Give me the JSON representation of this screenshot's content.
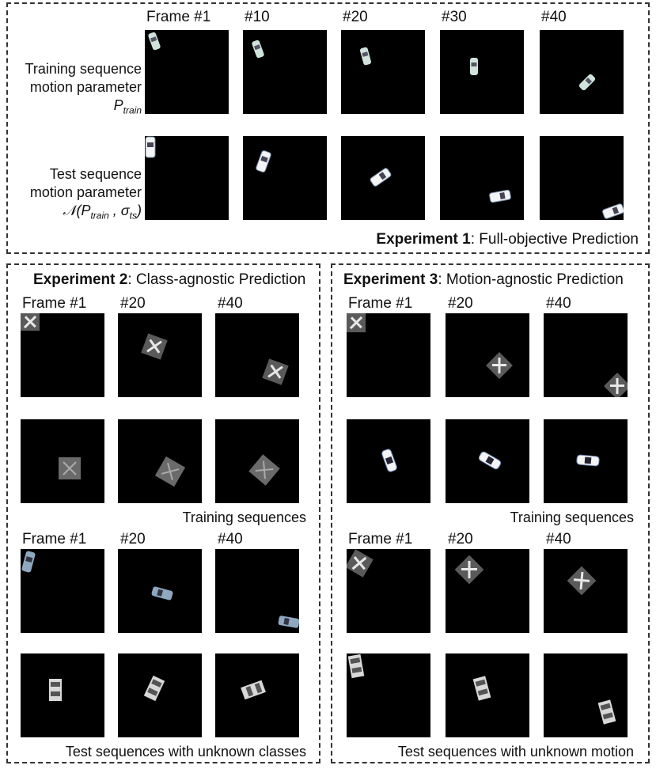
{
  "exp1": {
    "title_bold": "Experiment 1",
    "title_rest": ": Full-objective Prediction",
    "frame_labels": [
      "Frame #1",
      "#10",
      "#20",
      "#30",
      "#40"
    ],
    "row1_lines": [
      "Training sequence",
      "motion parameter"
    ],
    "row1_param": "P",
    "row1_param_sub": "train",
    "row2_lines": [
      "Test sequence",
      "motion parameter"
    ],
    "row2_param_pre": "𝒩(P",
    "row2_param_sub1": "train",
    "row2_param_mid": " , σ",
    "row2_param_sub2": "ts",
    "row2_param_post": ")"
  },
  "exp2": {
    "title_bold": "Experiment 2",
    "title_rest": ": Class-agnostic Prediction",
    "frame_labels_top": [
      "Frame #1",
      "#20",
      "#40"
    ],
    "frame_labels_bottom": [
      "Frame #1",
      "#20",
      "#40"
    ],
    "caption_train": "Training sequences",
    "caption_test": "Test sequences with unknown classes"
  },
  "exp3": {
    "title_bold": "Experiment 3",
    "title_rest": ": Motion-agnostic Prediction",
    "frame_labels_top": [
      "Frame #1",
      "#20",
      "#40"
    ],
    "frame_labels_bottom": [
      "Frame #1",
      "#20",
      "#40"
    ],
    "caption_train": "Training sequences",
    "caption_test": "Test sequences with unknown motion"
  },
  "colors": {
    "frame_bg": "#000000",
    "border": "#333333",
    "car_light": "#cfe3dc",
    "car_white": "#f2f4f6",
    "plane_patch": "#5a5a5a",
    "plane_body": "#e8e8e8"
  }
}
